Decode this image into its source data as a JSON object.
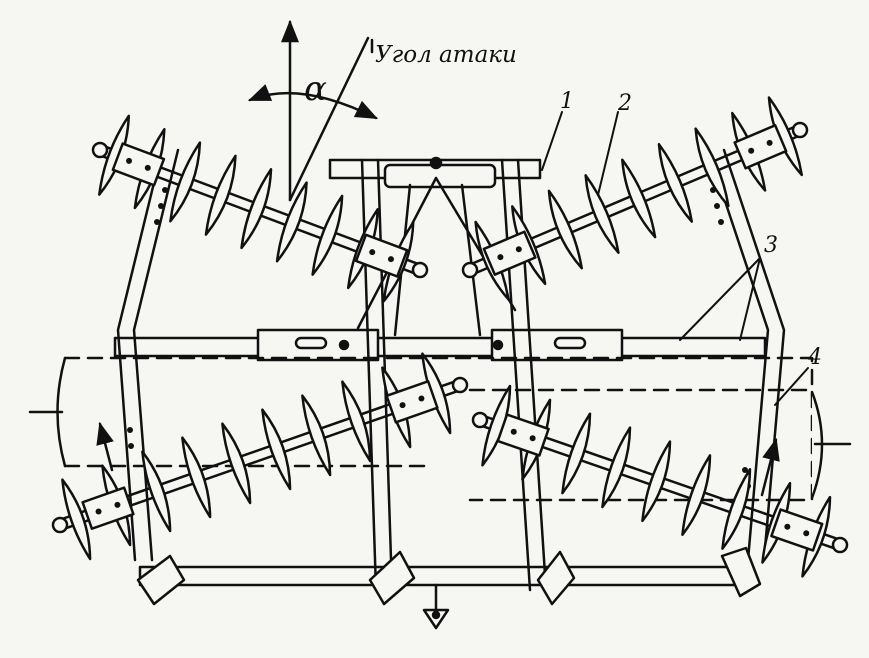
{
  "diagram": {
    "angle_label": "Угол атаки",
    "angle_symbol": "α",
    "callouts": [
      {
        "id": "1",
        "text": "1"
      },
      {
        "id": "2",
        "text": "2"
      },
      {
        "id": "3",
        "text": "3"
      },
      {
        "id": "4",
        "text": "4"
      }
    ]
  }
}
